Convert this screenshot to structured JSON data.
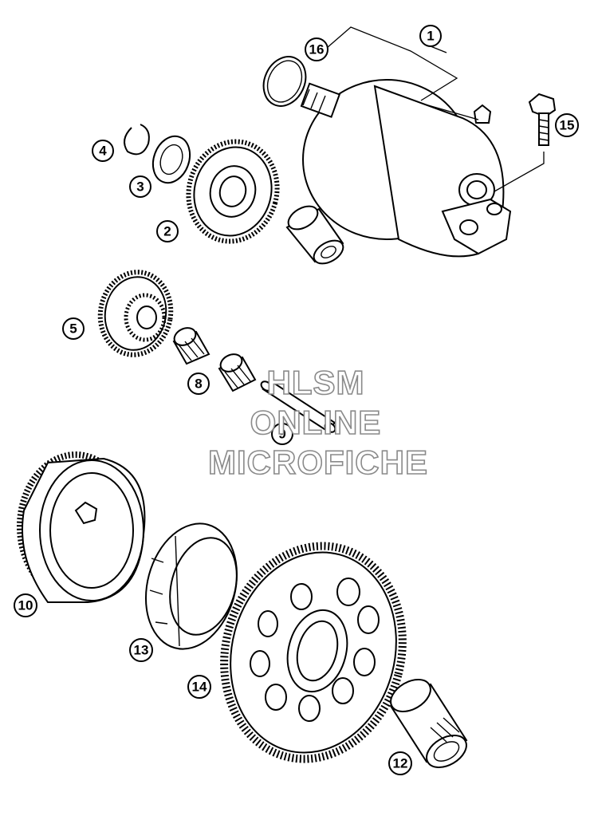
{
  "callouts": {
    "c1": "1",
    "c2": "2",
    "c3": "3",
    "c4": "4",
    "c5": "5",
    "c8": "8",
    "c9": "9",
    "c10": "10",
    "c12": "12",
    "c13": "13",
    "c14": "14",
    "c15": "15",
    "c16": "16"
  },
  "watermark": {
    "line1": "HLSM",
    "line2": "ONLINE",
    "line3": "MICROFICHE"
  }
}
